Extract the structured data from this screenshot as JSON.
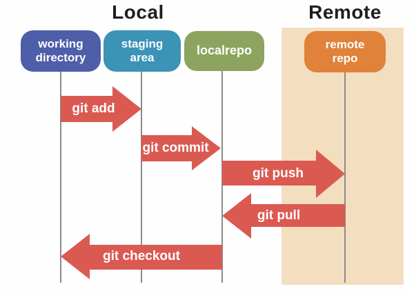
{
  "titles": {
    "local": "Local",
    "remote": "Remote"
  },
  "nodes": [
    {
      "name": "working-directory",
      "label": "working\ndirectory",
      "color": "#4f5ea9"
    },
    {
      "name": "staging-area",
      "label": "staging\narea",
      "color": "#3b93b5"
    },
    {
      "name": "localrepo",
      "label": "localrepo",
      "color": "#8ca45f"
    },
    {
      "name": "remote-repo",
      "label": "remote\nrepo",
      "color": "#e0823a"
    }
  ],
  "arrows": [
    {
      "name": "git-add",
      "label": "git add",
      "from": "working directory",
      "to": "staging area",
      "direction": "right"
    },
    {
      "name": "git-commit",
      "label": "git commit",
      "from": "staging area",
      "to": "localrepo",
      "direction": "right"
    },
    {
      "name": "git-push",
      "label": "git push",
      "from": "localrepo",
      "to": "remote repo",
      "direction": "right"
    },
    {
      "name": "git-pull",
      "label": "git pull",
      "from": "remote repo",
      "to": "localrepo",
      "direction": "left"
    },
    {
      "name": "git-checkout",
      "label": "git checkout",
      "from": "localrepo",
      "to": "working directory",
      "direction": "left"
    }
  ],
  "colors": {
    "arrow": "#da5a52",
    "remote_background": "#f3debf",
    "lifeline": "#8a8a8a",
    "title_text": "#1e1e1e",
    "node_text": "#ffffff"
  }
}
